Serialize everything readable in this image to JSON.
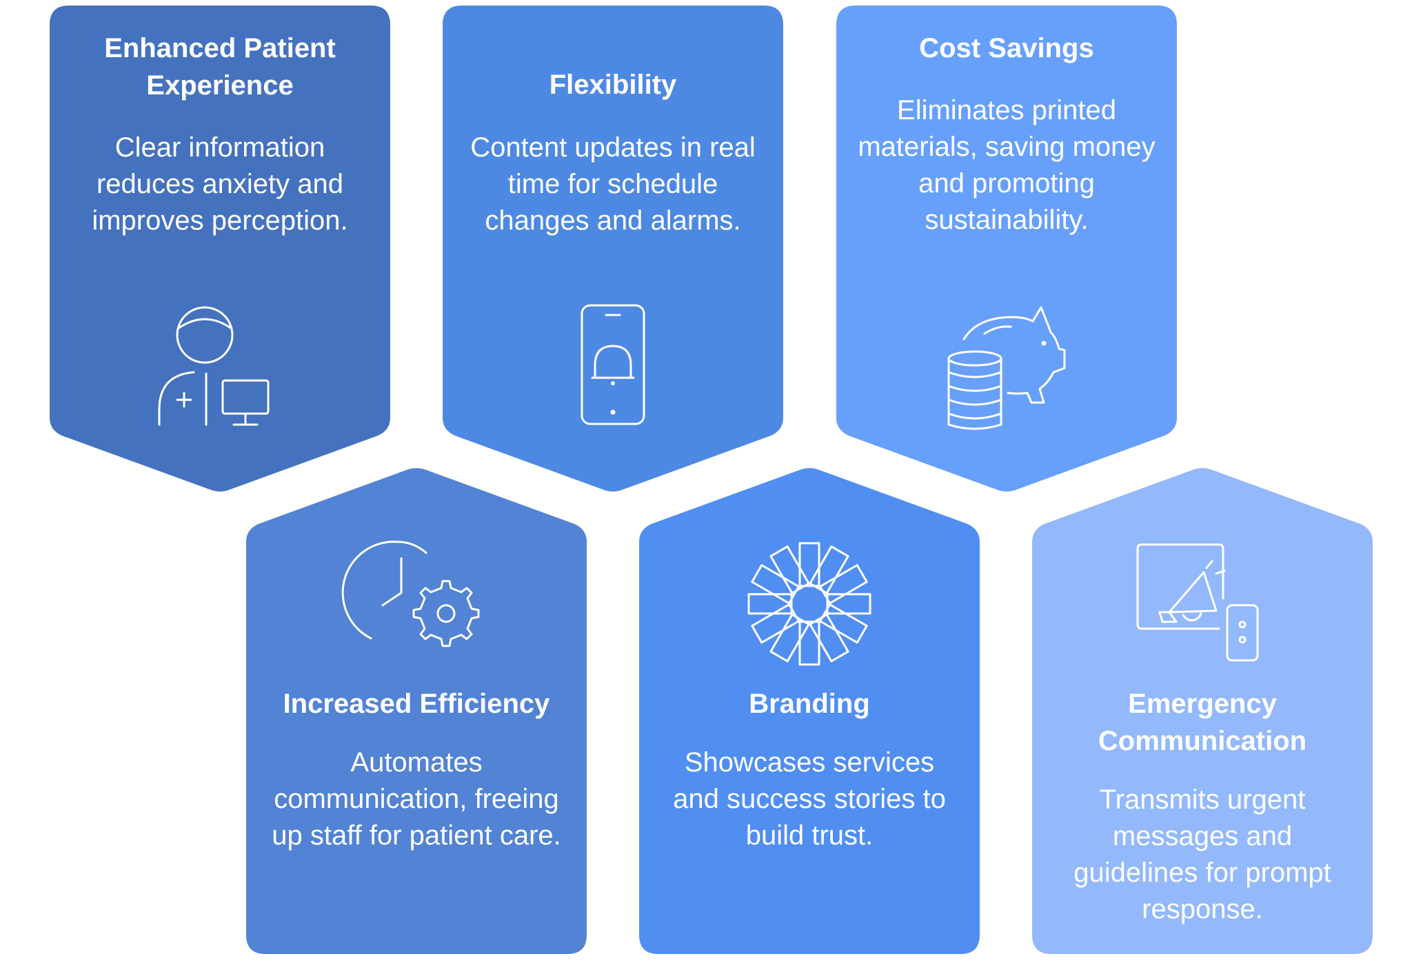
{
  "colors": {
    "card1": "#4572be",
    "card2": "#4d89e2",
    "card3": "#67a0fb",
    "card4": "#5283d4",
    "card5": "#508ef2",
    "card6": "#93b8fc",
    "text": "#ffffff"
  },
  "cards": [
    {
      "title": "Enhanced Patient Experience",
      "description": "Clear information reduces anxiety and improves perception.",
      "icon": "patient-monitor-icon"
    },
    {
      "title": "Flexibility",
      "description": "Content updates in real time for schedule changes and alarms.",
      "icon": "phone-bell-icon"
    },
    {
      "title": "Cost Savings",
      "description": "Eliminates printed materials, saving money and promoting sustainability.",
      "icon": "piggy-bank-coins-icon"
    },
    {
      "title": "Increased Efficiency",
      "description": "Automates communication, freeing up staff for patient care.",
      "icon": "clock-gear-icon"
    },
    {
      "title": "Branding",
      "description": "Showcases services and success stories to build trust.",
      "icon": "starburst-icon"
    },
    {
      "title": "Emergency Communication",
      "description": "Transmits urgent messages and guidelines for prompt response.",
      "icon": "megaphone-screen-icon"
    }
  ]
}
